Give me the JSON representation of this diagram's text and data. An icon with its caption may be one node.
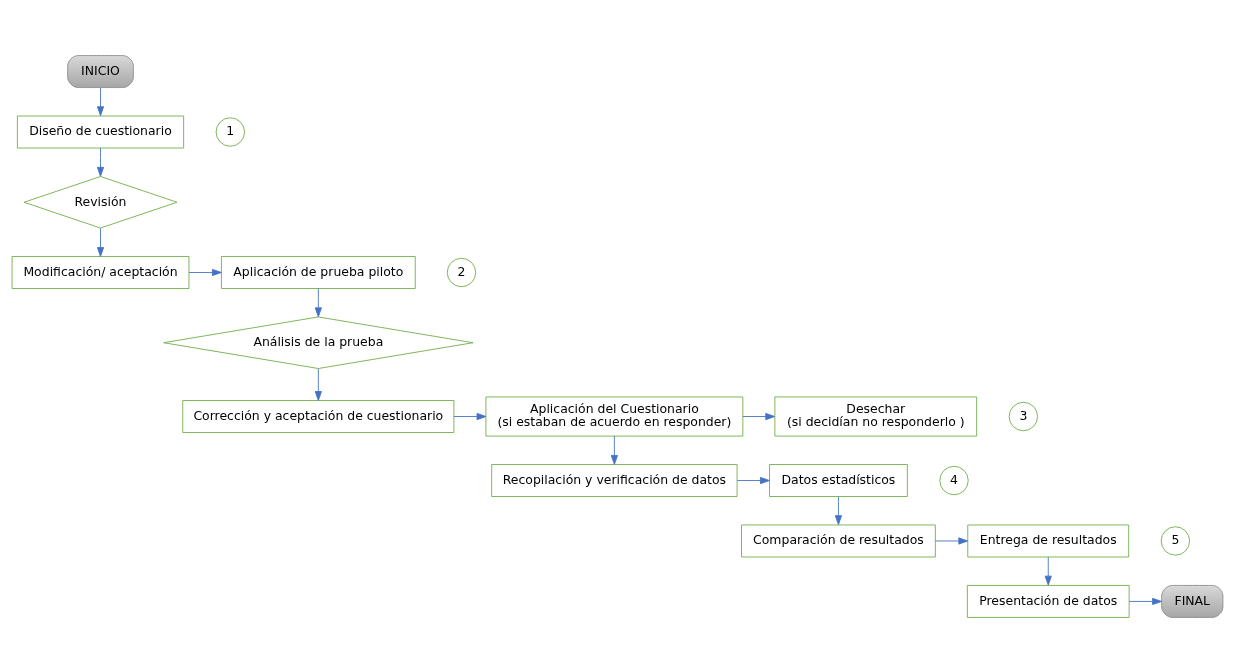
{
  "diagram": {
    "nodes": [
      {
        "text": [
          "INICIO"
        ]
      },
      {
        "text": [
          "1"
        ]
      },
      {
        "text": [
          "Diseño de cuestionario"
        ]
      },
      {
        "text": [
          "Revisión"
        ]
      },
      {
        "text": [
          "Modificación/ aceptación"
        ]
      },
      {
        "text": [
          "2"
        ]
      },
      {
        "text": [
          "Aplicación de prueba piloto"
        ]
      },
      {
        "text": [
          "Análisis de la prueba"
        ]
      },
      {
        "text": [
          "Corrección y aceptación de cuestionario"
        ]
      },
      {
        "text": [
          "3"
        ]
      },
      {
        "text": [
          "Aplicación del Cuestionario",
          "(si estaban de acuerdo en responder)"
        ]
      },
      {
        "text": [
          "Desechar",
          "(si decidían no responderlo )"
        ]
      },
      {
        "text": [
          "4"
        ]
      },
      {
        "text": [
          "Recopilación y verificación de datos"
        ]
      },
      {
        "text": [
          "Datos estadísticos"
        ]
      },
      {
        "text": [
          "5"
        ]
      },
      {
        "text": [
          "Entrega de resultados"
        ]
      },
      {
        "text": [
          "Comparación de resultados"
        ]
      },
      {
        "text": [
          "Presentación de datos"
        ]
      },
      {
        "text": [
          "FINAL"
        ]
      }
    ],
    "edges": [
      {
        "from": 0,
        "to": 2,
        "arrow": "to"
      },
      {
        "from": 2,
        "to": 3,
        "arrow": "to"
      },
      {
        "from": 3,
        "to": 4,
        "arrow": "to"
      },
      {
        "from": 4,
        "to": 6,
        "arrow": "to"
      },
      {
        "from": 6,
        "to": 7,
        "arrow": "to"
      },
      {
        "from": 7,
        "to": 8,
        "arrow": "to"
      },
      {
        "from": 8,
        "to": 10,
        "arrow": "to"
      },
      {
        "from": 10,
        "to": 11,
        "arrow": "to"
      },
      {
        "from": 10,
        "to": 13,
        "arrow": "to"
      },
      {
        "from": 13,
        "to": 14,
        "arrow": "to"
      },
      {
        "from": 14,
        "to": 17,
        "arrow": "to"
      },
      {
        "from": 17,
        "to": 16,
        "arrow": "to"
      },
      {
        "from": 16,
        "to": 18,
        "arrow": "to"
      },
      {
        "from": 18,
        "to": 19,
        "arrow": "to"
      }
    ]
  }
}
